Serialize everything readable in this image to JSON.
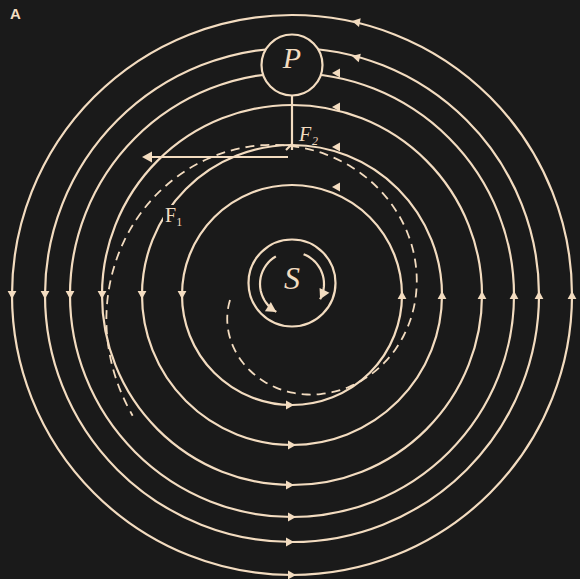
{
  "diagram": {
    "nodes": [
      {
        "text": [
          "P"
        ]
      },
      {
        "text": [
          "S"
        ]
      }
    ],
    "labels": [
      "A",
      "F₂",
      "F₁"
    ]
  }
}
